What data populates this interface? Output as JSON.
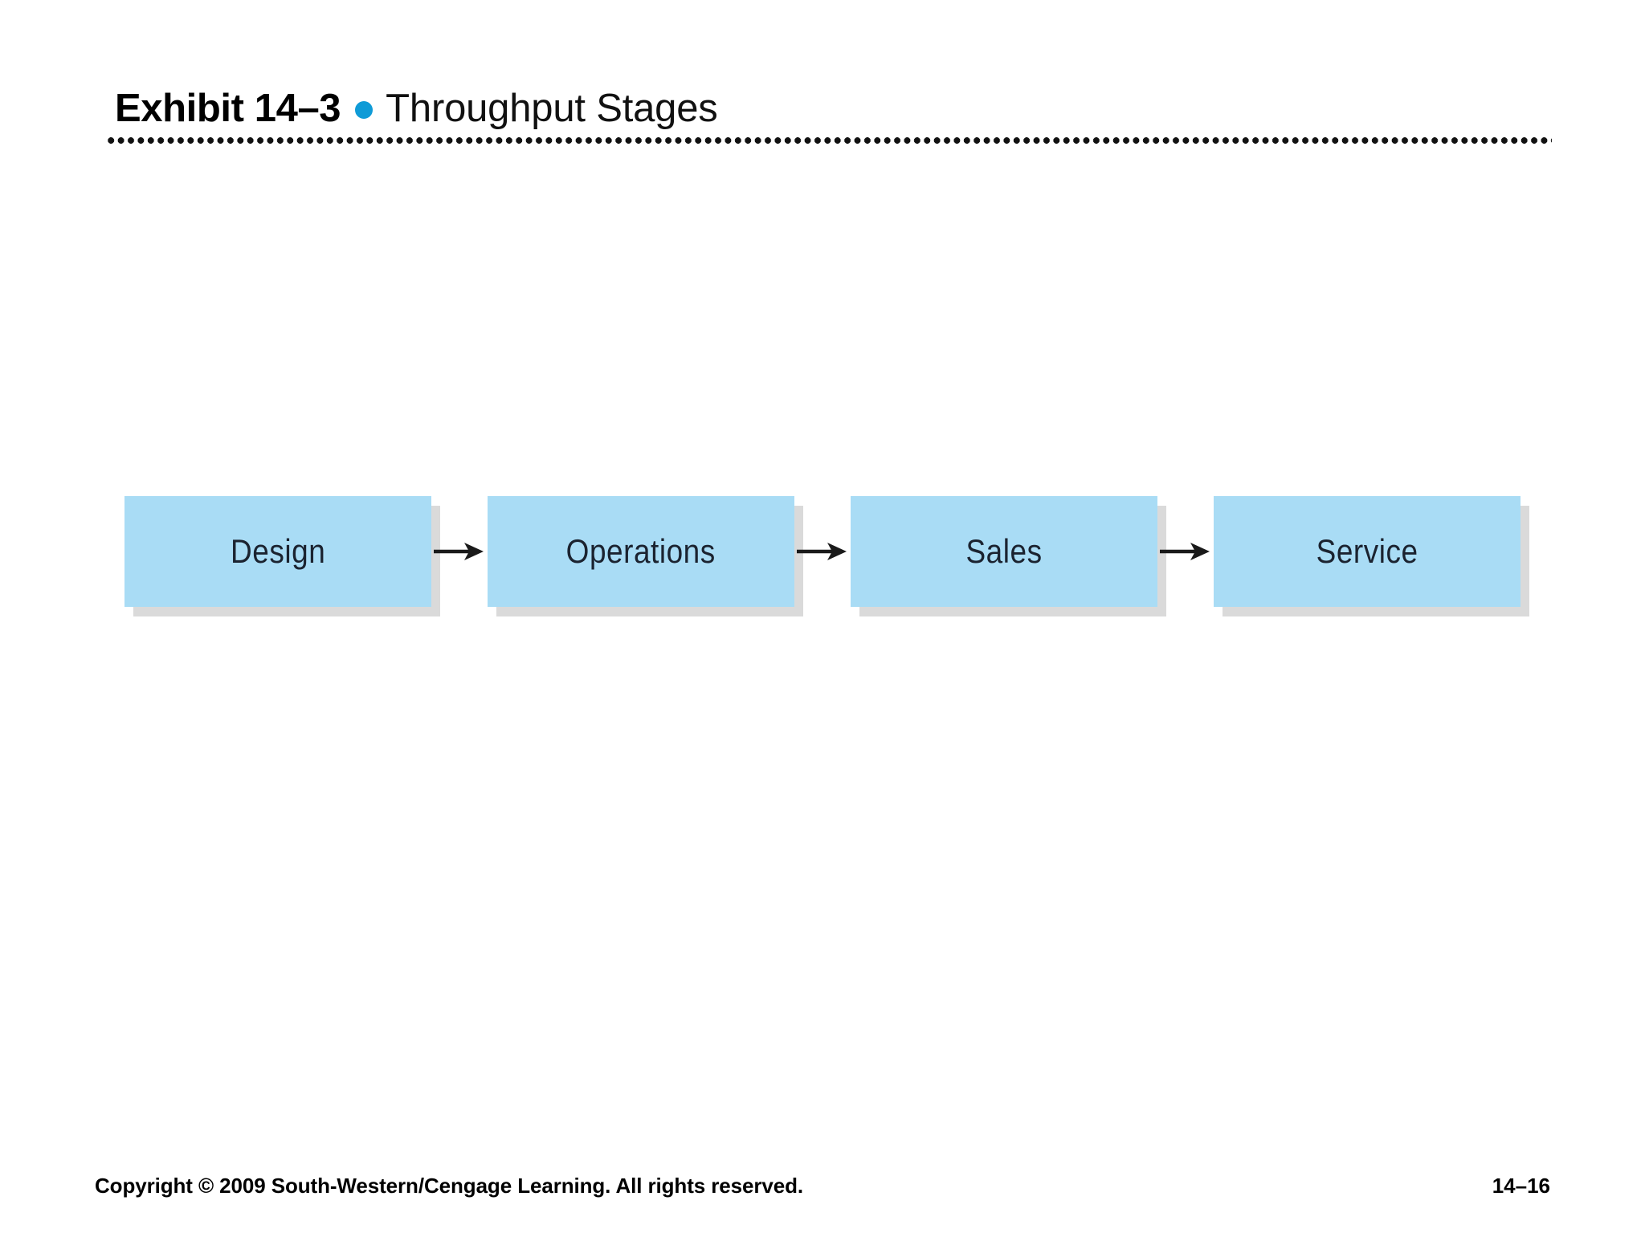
{
  "slide": {
    "background_color": "#ffffff"
  },
  "header": {
    "exhibit_label": "Exhibit 14–3",
    "bullet_icon": "dot-bullet-icon",
    "bullet_color": "#0f9bd7",
    "title": "Throughput Stages",
    "rule_style": "dotted",
    "rule_color": "#111111"
  },
  "diagram": {
    "type": "linear-process-flow",
    "box_fill_color": "#a9dcf5",
    "box_shadow_color": "#dadada",
    "label_color": "#1b2330",
    "arrow_color": "#1a1a1a",
    "arrow_icon": "arrow-right-icon",
    "stages": [
      {
        "label": "Design"
      },
      {
        "label": "Operations"
      },
      {
        "label": "Sales"
      },
      {
        "label": "Service"
      }
    ]
  },
  "footer": {
    "copyright": "Copyright © 2009 South-Western/Cengage Learning. All rights reserved.",
    "page_number": "14–16"
  }
}
